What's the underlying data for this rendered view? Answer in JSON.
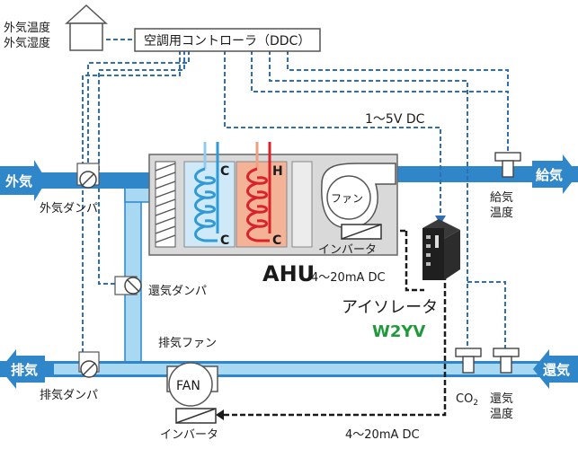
{
  "colors": {
    "duct_dark": "#2f86c8",
    "duct_light": "#a9d8f2",
    "signal": "#2f6fb6",
    "ahu_fill": "#d9d9d9",
    "cool_coil": "#2f9ad6",
    "heat_coil": "#d8232a",
    "heat_panel": "#f4b397",
    "cool_panel": "#cfe9f8",
    "accent_green": "#1f9a3a"
  },
  "icons": {
    "house": "house-icon",
    "damper": "damper-icon",
    "sensor": "sensor-icon",
    "fan": "fan-icon",
    "inverter": "inverter-icon",
    "isolator": "isolator-device-icon"
  },
  "labels": {
    "outdoor_temp": "外気温度",
    "outdoor_humidity": "外気湿度",
    "controller": "空調用コントローラ（DDC）",
    "voltage_signal": "1～5V DC",
    "outside_air": "外気",
    "supply_air": "給気",
    "exhaust_air": "排気",
    "return_air": "還気",
    "outside_damper": "外気ダンパ",
    "return_damper": "還気ダンパ",
    "exhaust_damper": "排気ダンパ",
    "exhaust_fan": "排気ファン",
    "fan_inside": "ファン",
    "fan_box": "FAN",
    "inverter_top": "インバータ",
    "inverter_bottom": "インバータ",
    "ahu": "AHU",
    "current_signal_top": "4～20mA DC",
    "current_signal_bottom": "4～20mA DC",
    "isolator": "アイソレータ",
    "model": "W2YV",
    "coil_c1": "C",
    "coil_c2": "C",
    "coil_h": "H",
    "coil_c3": "C",
    "supply_temp_1": "給気",
    "supply_temp_2": "温度",
    "co2_main": "CO",
    "co2_sub": "2",
    "return_temp_1": "還気",
    "return_temp_2": "温度"
  }
}
